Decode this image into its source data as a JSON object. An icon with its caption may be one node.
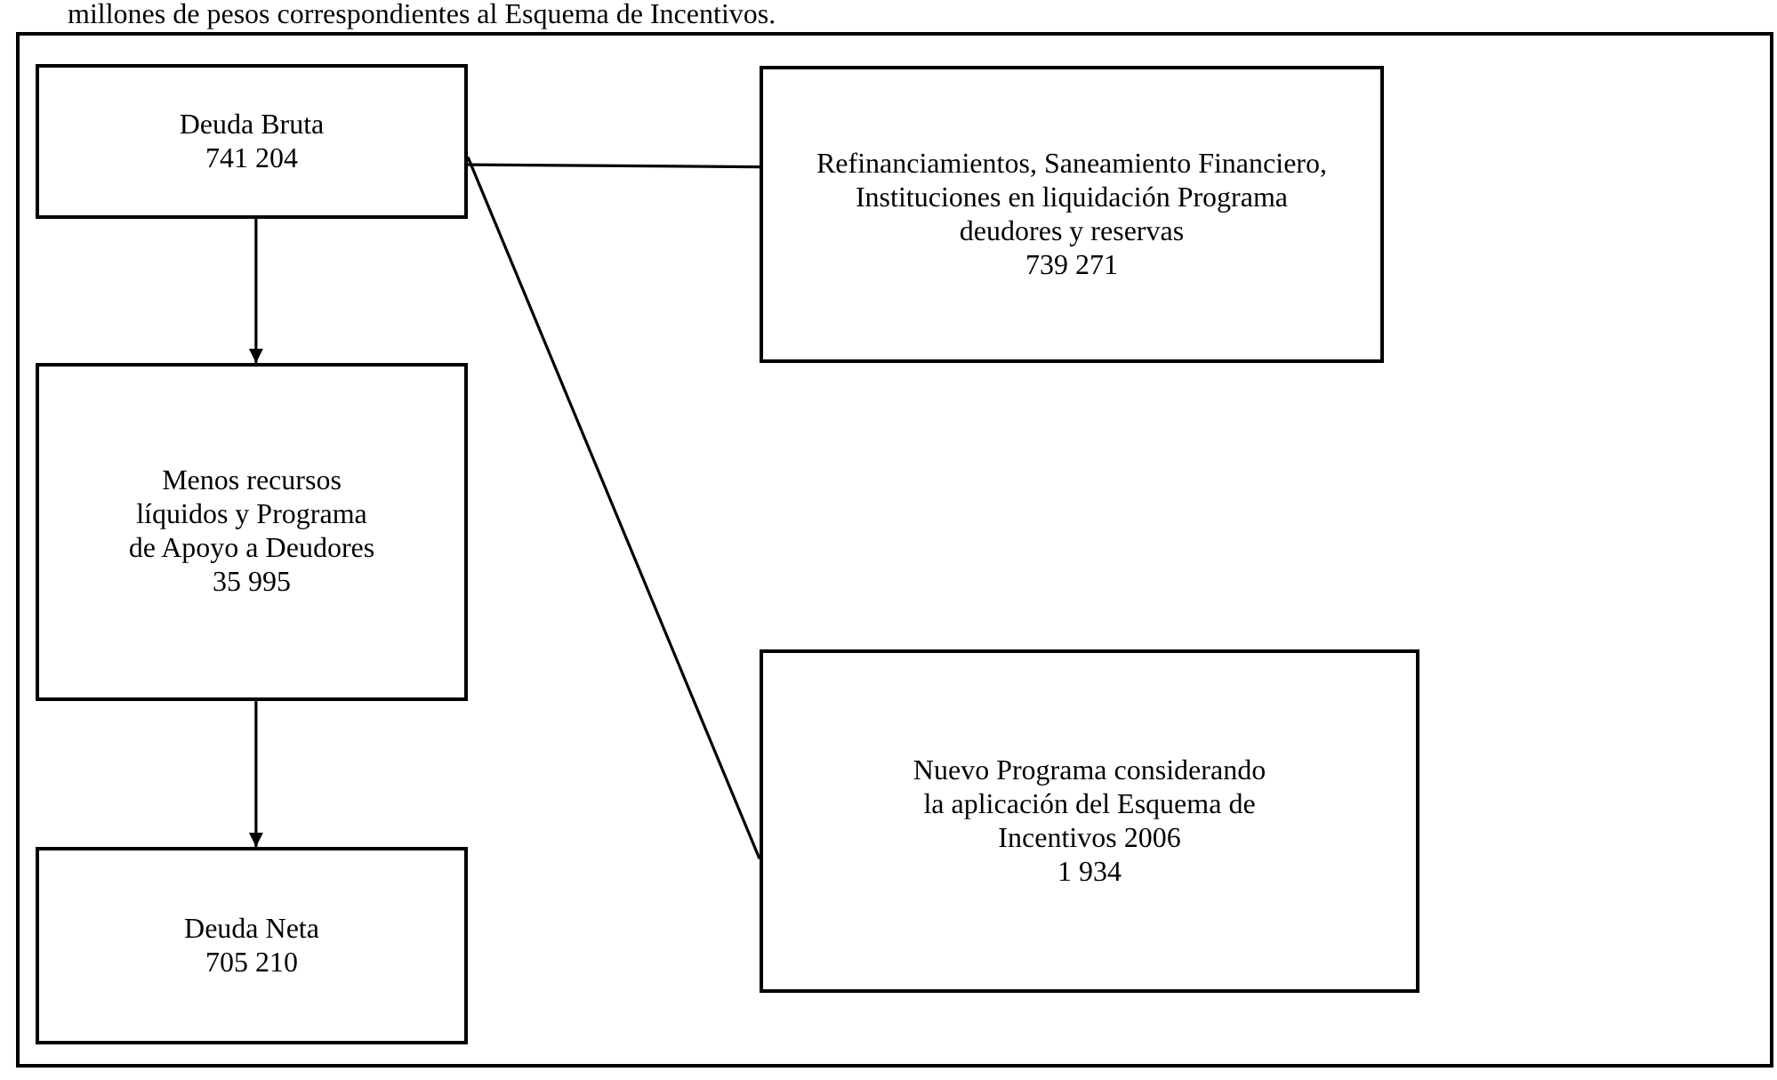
{
  "diagram": {
    "nodes": [
      {
        "text": [
          "Deuda Bruta",
          "741 204"
        ]
      },
      {
        "text": [
          "Refinanciamientos, Saneamiento Financiero, Instituciones en liquidación Programa deudores y reservas",
          "739 271"
        ]
      },
      {
        "text": [
          "Menos recursos líquidos y Programa de Apoyo a Deudores",
          "35 995"
        ]
      },
      {
        "text": [
          "Deuda Neta",
          "705 210"
        ]
      },
      {
        "text": [
          "Nuevo Programa considerando la aplicación del Esquema de Incentivos 2006",
          "1 934"
        ]
      }
    ],
    "edges": [
      {
        "from": 0,
        "to": 2,
        "arrow": "to"
      },
      {
        "from": 2,
        "to": 3,
        "arrow": "to"
      },
      {
        "from": 0,
        "to": 1,
        "arrow": "none"
      },
      {
        "from": 0,
        "to": 4,
        "arrow": "none"
      }
    ],
    "labels": [
      "millones de pesos correspondientes al Esquema de Incentivos."
    ]
  }
}
